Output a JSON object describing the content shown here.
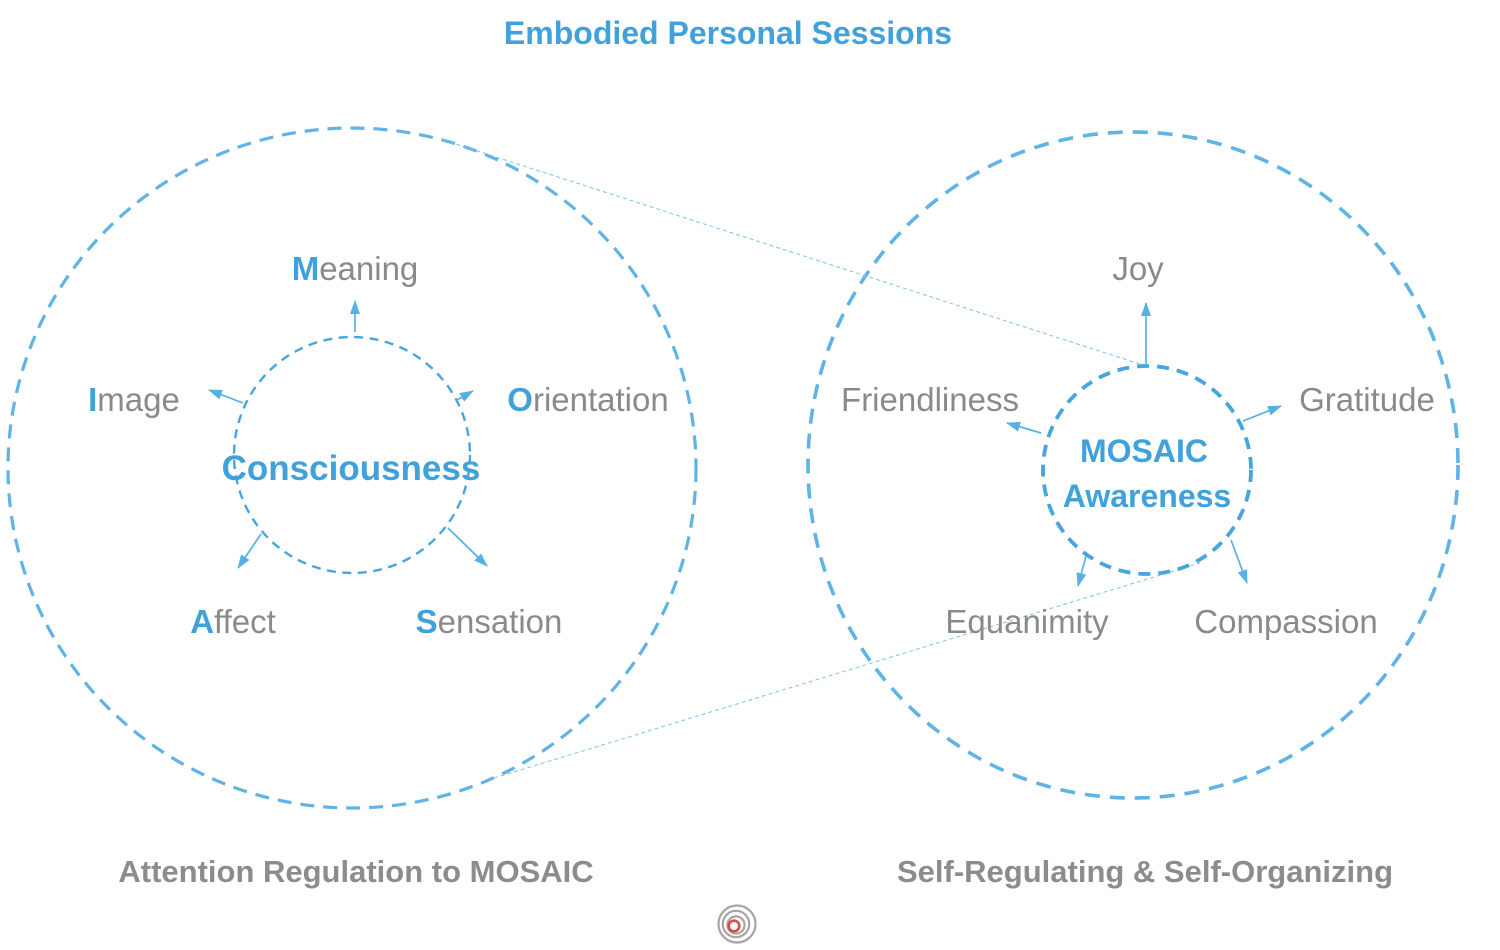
{
  "title": "Embodied Personal Sessions",
  "colors": {
    "accent_blue": "#41A1DB",
    "circle_dash_blue": "#5FB3E6",
    "inner_dash_blue": "#47A5DE",
    "connector_blue": "#7EC2EB",
    "arrow_blue": "#57B0E4",
    "word_gray": "#8A8A8A",
    "caption_gray": "#8C8C8C",
    "gradient_top_yellow": "#F5E3B2",
    "gradient_mid_yellow": "#F8EACA",
    "gradient_white": "#FFFFFF",
    "gradient_light_gray": "#F3F2F0",
    "gradient_bottom_gray": "#BCB9B7",
    "logo_gray": "#A5A5A5",
    "logo_red": "#D84B42"
  },
  "left_circle": {
    "center_label": "Consciousness",
    "caption": "Attention Regulation to MOSAIC",
    "words": [
      {
        "first": "M",
        "rest": "eaning"
      },
      {
        "first": "I",
        "rest": "mage"
      },
      {
        "first": "O",
        "rest": "rientation"
      },
      {
        "first": "A",
        "rest": "ffect"
      },
      {
        "first": "S",
        "rest": "ensation"
      }
    ]
  },
  "right_circle": {
    "center_label_line1": "MOSAIC",
    "center_label_line2": "Awareness",
    "caption": "Self-Regulating & Self-Organizing",
    "words": [
      "Joy",
      "Friendliness",
      "Gratitude",
      "Equanimity",
      "Compassion"
    ]
  }
}
